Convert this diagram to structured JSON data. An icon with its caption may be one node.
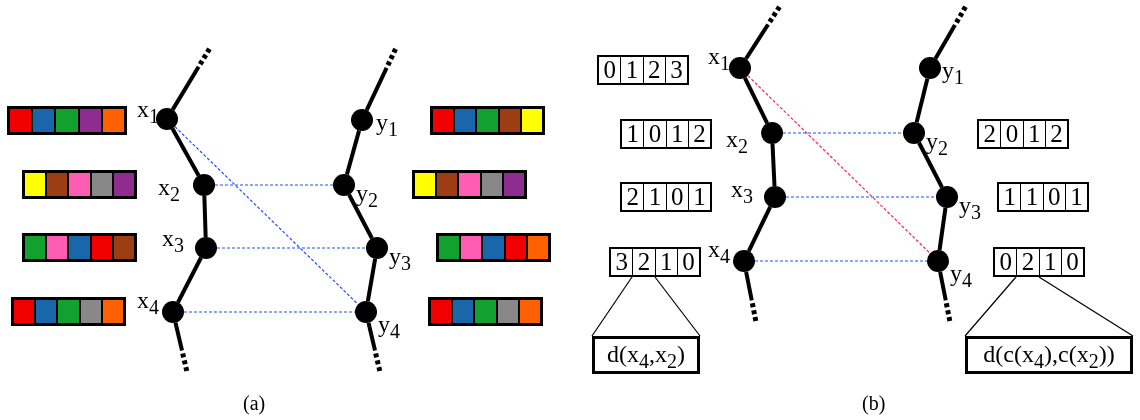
{
  "diagram": {
    "nodes": [
      {
        "text": [],
        "shape": "circle",
        "beside": [
          "x$_{1}$"
        ]
      },
      {
        "text": [],
        "shape": "circle",
        "beside": [
          "x$_{2}$"
        ]
      },
      {
        "text": [],
        "shape": "circle",
        "beside": [
          "x$_{3}$"
        ]
      },
      {
        "text": [],
        "shape": "circle",
        "beside": [
          "x$_{4}$"
        ]
      },
      {
        "text": [],
        "shape": "circle",
        "beside": [
          "y$_{1}$"
        ]
      },
      {
        "text": [],
        "shape": "circle",
        "beside": [
          "y$_{2}$"
        ]
      },
      {
        "text": [],
        "shape": "circle",
        "beside": [
          "y$_{3}$"
        ]
      },
      {
        "text": [],
        "shape": "circle",
        "beside": [
          "y$_{4}$"
        ]
      },
      {
        "text": [],
        "shape": "bar"
      },
      {
        "text": [],
        "shape": "bar"
      },
      {
        "text": [],
        "shape": "bar"
      },
      {
        "text": [],
        "shape": "bar"
      },
      {
        "text": [],
        "shape": "bar"
      },
      {
        "text": [],
        "shape": "bar"
      },
      {
        "text": [],
        "shape": "bar"
      },
      {
        "text": [],
        "shape": "bar"
      },
      {
        "text": [],
        "shape": "circle",
        "beside": [
          "x$_{1}$"
        ]
      },
      {
        "text": [],
        "shape": "circle",
        "beside": [
          "x$_{2}$"
        ]
      },
      {
        "text": [],
        "shape": "circle",
        "beside": [
          "x$_{3}$"
        ]
      },
      {
        "text": [],
        "shape": "circle",
        "beside": [
          "x$_{4}$"
        ]
      },
      {
        "text": [],
        "shape": "circle",
        "beside": [
          "y$_{1}$"
        ]
      },
      {
        "text": [],
        "shape": "circle",
        "beside": [
          "y$_{2}$"
        ]
      },
      {
        "text": [],
        "shape": "circle",
        "beside": [
          "y$_{3}$"
        ]
      },
      {
        "text": [],
        "shape": "circle",
        "beside": [
          "y$_{4}$"
        ]
      },
      {
        "text": [
          "0",
          "1",
          "2",
          "3"
        ]
      },
      {
        "text": [
          "1",
          "0",
          "1",
          "2"
        ]
      },
      {
        "text": [
          "2",
          "1",
          "0",
          "1"
        ]
      },
      {
        "text": [
          "3",
          "2",
          "1",
          "0"
        ]
      },
      {
        "text": [
          "2",
          "0",
          "1",
          "2"
        ]
      },
      {
        "text": [
          "1",
          "1",
          "0",
          "1"
        ]
      },
      {
        "text": [
          "0",
          "2",
          "1",
          "0"
        ]
      },
      {
        "text": [
          "d(x$_{4}$,x$_{2}$)"
        ]
      },
      {
        "text": [
          "d(c(x$_{4}$),c(x$_{2}$))"
        ]
      }
    ],
    "edges": [
      {
        "from": 0,
        "to": null,
        "arrow": "other"
      },
      {
        "from": 0,
        "to": 1,
        "arrow": "none"
      },
      {
        "from": 1,
        "to": 2,
        "arrow": "none"
      },
      {
        "from": 2,
        "to": 3,
        "arrow": "none"
      },
      {
        "from": 3,
        "to": null,
        "arrow": "other"
      },
      {
        "from": 4,
        "to": null,
        "arrow": "other"
      },
      {
        "from": 4,
        "to": 5,
        "arrow": "none"
      },
      {
        "from": 5,
        "to": 6,
        "arrow": "none"
      },
      {
        "from": 6,
        "to": 7,
        "arrow": "none"
      },
      {
        "from": 7,
        "to": null,
        "arrow": "other"
      },
      {
        "from": 0,
        "to": 7,
        "arrow": "none",
        "style": "dashed",
        "color": "#1f4fff"
      },
      {
        "from": 1,
        "to": 5,
        "arrow": "none",
        "style": "dashed",
        "color": "#1f4fff"
      },
      {
        "from": 2,
        "to": 6,
        "arrow": "none",
        "style": "dashed",
        "color": "#1f4fff"
      },
      {
        "from": 3,
        "to": 7,
        "arrow": "none",
        "style": "dashed",
        "color": "#1f4fff"
      },
      {
        "from": 16,
        "to": null,
        "arrow": "other"
      },
      {
        "from": 16,
        "to": 17,
        "arrow": "none"
      },
      {
        "from": 17,
        "to": 18,
        "arrow": "none"
      },
      {
        "from": 18,
        "to": 19,
        "arrow": "none"
      },
      {
        "from": 19,
        "to": null,
        "arrow": "other"
      },
      {
        "from": 20,
        "to": null,
        "arrow": "other"
      },
      {
        "from": 20,
        "to": 21,
        "arrow": "none"
      },
      {
        "from": 21,
        "to": 22,
        "arrow": "none"
      },
      {
        "from": 22,
        "to": 23,
        "arrow": "none"
      },
      {
        "from": 23,
        "to": null,
        "arrow": "other"
      },
      {
        "from": 16,
        "to": 23,
        "arrow": "none",
        "style": "dashed",
        "color": "#ff2050"
      },
      {
        "from": 17,
        "to": 21,
        "arrow": "none",
        "style": "dashed",
        "color": "#1f4fff"
      },
      {
        "from": 18,
        "to": 22,
        "arrow": "none",
        "style": "dashed",
        "color": "#1f4fff"
      },
      {
        "from": 19,
        "to": 23,
        "arrow": "none",
        "style": "dashed",
        "color": "#1f4fff"
      },
      {
        "from": 27,
        "to": 31,
        "arrow": "none"
      },
      {
        "from": 27,
        "to": 31,
        "arrow": "none"
      },
      {
        "from": 30,
        "to": 32,
        "arrow": "none"
      },
      {
        "from": 30,
        "to": 32,
        "arrow": "none"
      }
    ],
    "labels": [
      "(a)",
      "(b)"
    ]
  }
}
